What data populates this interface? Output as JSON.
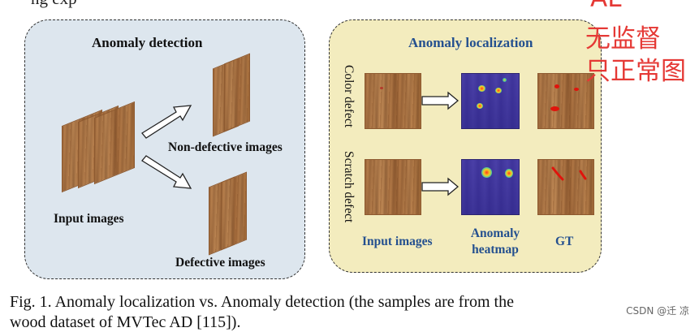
{
  "figure": {
    "top_partial_text": "ng exp",
    "left_panel": {
      "title": "Anomaly detection",
      "input_label": "Input images",
      "nondefective_label": "Non-defective images",
      "defective_label": "Defective images"
    },
    "right_panel": {
      "title": "Anomaly localization",
      "row1_label": "Color defect",
      "row2_label": "Scratch defect",
      "col1_label": "Input images",
      "col2_label_line1": "Anomaly",
      "col2_label_line2": "heatmap",
      "col3_label": "GT"
    },
    "overlay_annotation": {
      "line1": "AL",
      "line2": "无监督",
      "line3": "只正常图",
      "color": "#e53935"
    },
    "caption_line1": "Fig. 1. Anomaly localization vs. Anomaly detection (the samples are from the",
    "caption_line2": "wood dataset of MVTec AD [115]).",
    "watermark": "CSDN @迁  凉"
  }
}
